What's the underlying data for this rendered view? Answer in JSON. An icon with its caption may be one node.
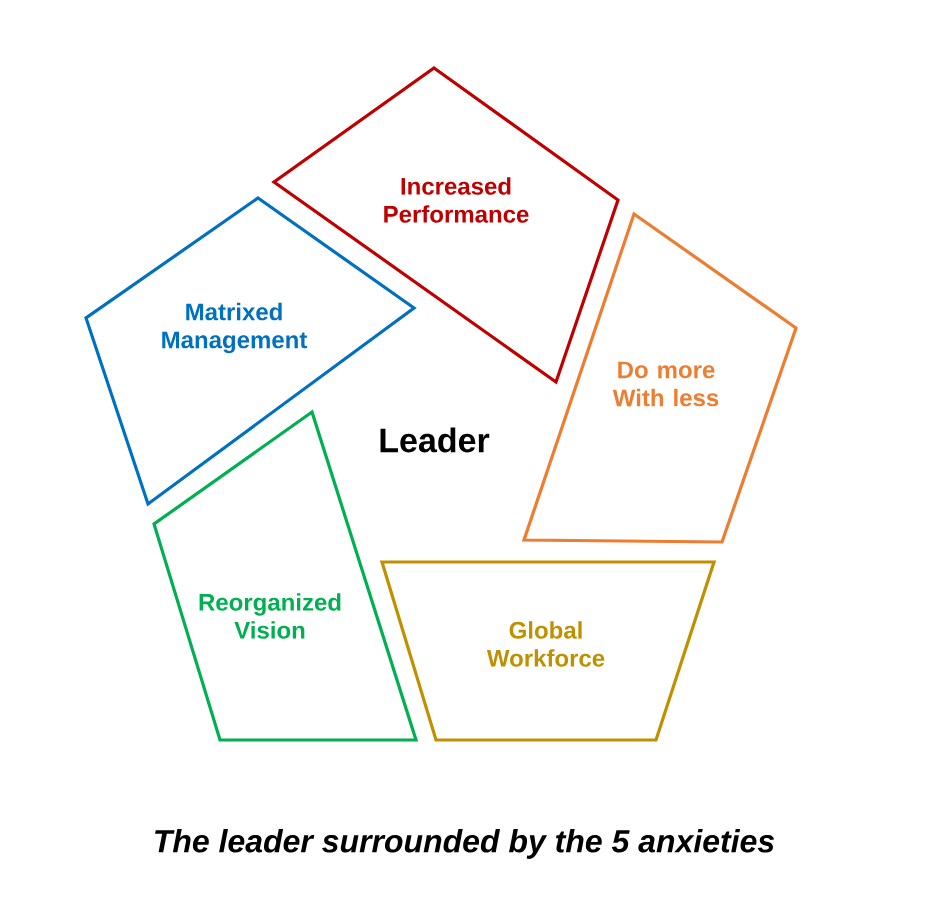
{
  "diagram": {
    "caption": "The leader surrounded by the 5 anxieties",
    "nodes": [
      {
        "text": [
          "Increased Performance"
        ]
      },
      {
        "text": [
          "Matrixed Management"
        ]
      },
      {
        "text": [
          "Do more With less"
        ]
      },
      {
        "text": [
          "Reorganized Vision"
        ]
      },
      {
        "text": [
          "Global Workforce"
        ]
      }
    ],
    "labels": [
      "Leader"
    ]
  }
}
